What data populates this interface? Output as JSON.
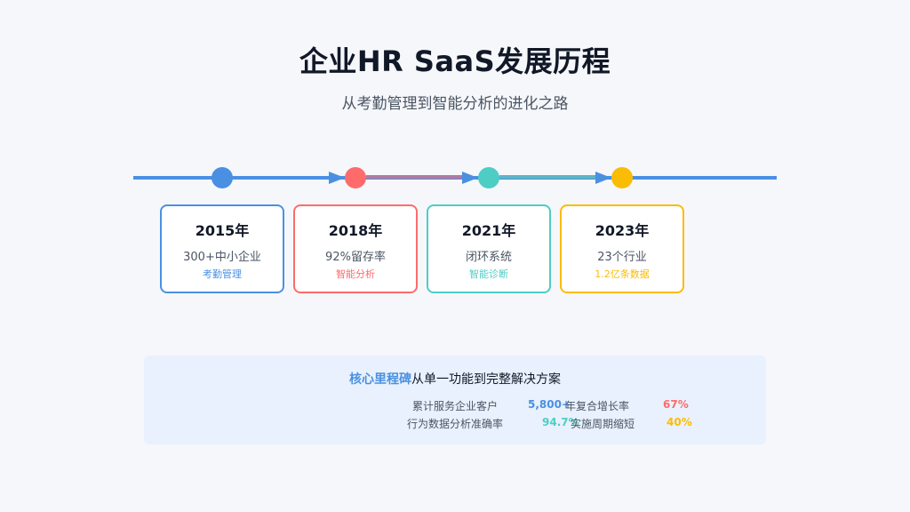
{
  "title": "企业HR SaaS发展历程",
  "subtitle": "从考勤管理到智能分析的进化之路",
  "colors": {
    "blue": "#4a90e2",
    "red": "#ff6b6b",
    "teal": "#4ecdc4",
    "yellow": "#fbbc05"
  },
  "milestones": [
    {
      "year": "2015年",
      "main": "300+中小企业",
      "tag": "考勤管理"
    },
    {
      "year": "2018年",
      "main": "92%留存率",
      "tag": "智能分析"
    },
    {
      "year": "2021年",
      "main": "闭环系统",
      "tag": "智能诊断"
    },
    {
      "year": "2023年",
      "main": "23个行业",
      "tag": "1.2亿条数据"
    }
  ],
  "summary": {
    "keyword": "核心里程碑",
    "headline": "从单一功能到完整解决方案",
    "metrics": [
      {
        "label": "累计服务企业客户",
        "value": "5,800+"
      },
      {
        "label": "年复合增长率",
        "value": "67%"
      },
      {
        "label": "行为数据分析准确率",
        "value": "94.7%"
      },
      {
        "label": "实施周期缩短",
        "value": "40%"
      }
    ]
  }
}
